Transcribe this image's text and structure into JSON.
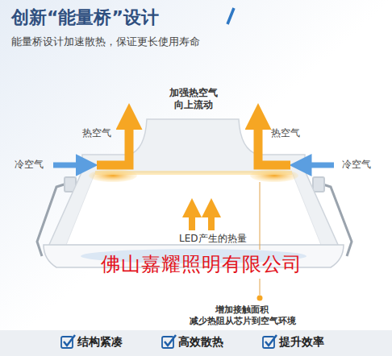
{
  "diagram": {
    "title": "创新“能量桥”设计",
    "labels": [
      "能量桥设计加速散热，保证更长使用寿命",
      "加强热空气 向上流动",
      "热空气",
      "热空气",
      "冷空气",
      "冷空气",
      "LED产生的热量",
      "增加接触面积 减少热阻从芯片到空气环境",
      "佛山嘉耀照明有限公司",
      "结构紧凑",
      "高效散热",
      "提升效率"
    ]
  }
}
